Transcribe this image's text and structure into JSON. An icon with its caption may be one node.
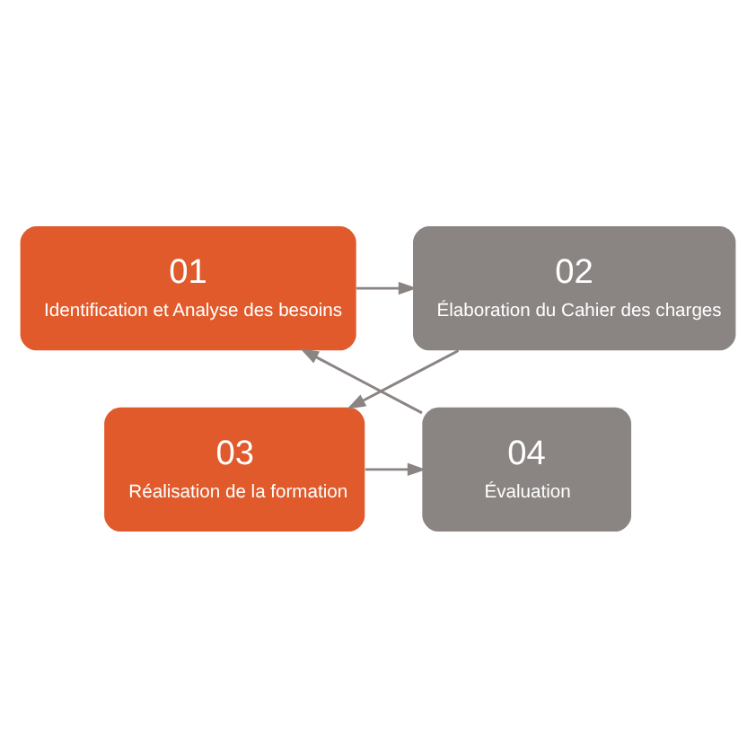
{
  "diagram": {
    "nodes": [
      {
        "text": [
          "01",
          "Identification et Analyse des besoins"
        ]
      },
      {
        "text": [
          "02",
          "Élaboration du Cahier des charges"
        ]
      },
      {
        "text": [
          "03",
          "Réalisation de la formation"
        ]
      },
      {
        "text": [
          "04",
          "Évaluation"
        ]
      }
    ],
    "edges": [
      {
        "from": 0,
        "to": 1,
        "arrow": "to"
      },
      {
        "from": 1,
        "to": 2,
        "arrow": "to"
      },
      {
        "from": 2,
        "to": 3,
        "arrow": "to"
      },
      {
        "from": 3,
        "to": 0,
        "arrow": "to"
      }
    ]
  }
}
